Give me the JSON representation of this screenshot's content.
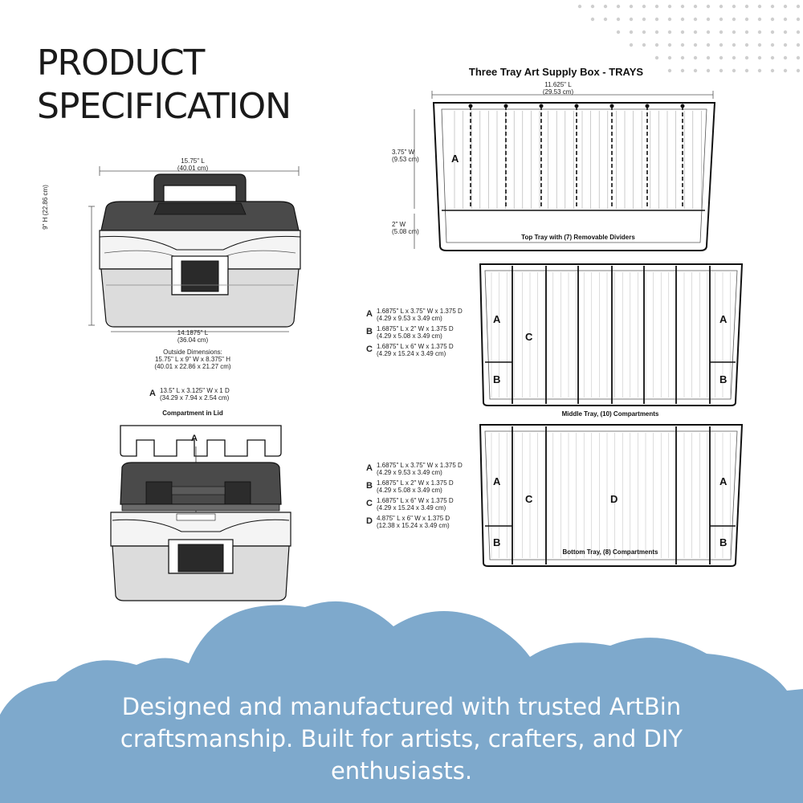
{
  "title": {
    "line1": "PRODUCT",
    "line2": "SPECIFICATION"
  },
  "closed_box": {
    "top_length": "15.75\" L",
    "top_length_cm": "(40.01 cm)",
    "height": "9\" H",
    "height_cm": "(22.86 cm)",
    "bottom_length": "14.1875\" L",
    "bottom_length_cm": "(36.04 cm)",
    "outside_title": "Outside Dimensions:",
    "outside_in": "15.75\" L x 9\" W x 8.375\" H",
    "outside_cm": "(40.01 x 22.86 x 21.27 cm)"
  },
  "lid": {
    "key": "A",
    "dims": "13.5\" L x 3.125\" W x 1 D",
    "dims_cm": "(34.29 x 7.94 x 2.54 cm)",
    "caption": "Compartment in Lid",
    "marker": "A"
  },
  "trays_title": "Three Tray Art Supply Box - TRAYS",
  "top_tray": {
    "length": "11.625\" L",
    "length_cm": "(29.53 cm)",
    "width1": "3.75\" W",
    "width1_cm": "(9.53 cm)",
    "width2": "2\" W",
    "width2_cm": "(5.08 cm)",
    "marker": "A",
    "caption": "Top Tray with (7) Removable Dividers"
  },
  "middle_tray": {
    "legend": [
      {
        "key": "A",
        "dims": "1.6875\" L x 3.75\" W x 1.375 D",
        "cm": "(4.29 x 9.53 x 3.49 cm)"
      },
      {
        "key": "B",
        "dims": "1.6875\" L x 2\" W x 1.375 D",
        "cm": "(4.29 x 5.08 x 3.49 cm)"
      },
      {
        "key": "C",
        "dims": "1.6875\" L x 6\" W x 1.375 D",
        "cm": "(4.29 x 15.24 x 3.49 cm)"
      }
    ],
    "markers": {
      "a_left": "A",
      "a_right": "A",
      "b_left": "B",
      "b_right": "B",
      "c": "C"
    },
    "caption": "Middle Tray, (10) Compartments"
  },
  "bottom_tray": {
    "legend": [
      {
        "key": "A",
        "dims": "1.6875\" L x 3.75\" W x 1.375 D",
        "cm": "(4.29 x 9.53 x 3.49 cm)"
      },
      {
        "key": "B",
        "dims": "1.6875\" L x 2\" W x 1.375 D",
        "cm": "(4.29 x 5.08 x 3.49 cm)"
      },
      {
        "key": "C",
        "dims": "1.6875\" L x 6\" W x 1.375 D",
        "cm": "(4.29 x 15.24 x 3.49 cm)"
      },
      {
        "key": "D",
        "dims": "4.875\" L x 6\" W x 1.375 D",
        "cm": "(12.38 x 15.24 x 3.49 cm)"
      }
    ],
    "markers": {
      "a_left": "A",
      "a_right": "A",
      "b_left": "B",
      "b_right": "B",
      "c": "C",
      "d": "D"
    },
    "caption": "Bottom Tray, (8) Compartments"
  },
  "footer": {
    "line1": "Designed and manufactured with trusted ArtBin",
    "line2": "craftsmanship. Built for artists, crafters, and DIY",
    "line3": "enthusiasts."
  },
  "colors": {
    "cloud": "#7ea9cc",
    "ink": "#1a1a1a",
    "box_dark": "#4a4a4a",
    "box_light": "#e2e2e2"
  }
}
